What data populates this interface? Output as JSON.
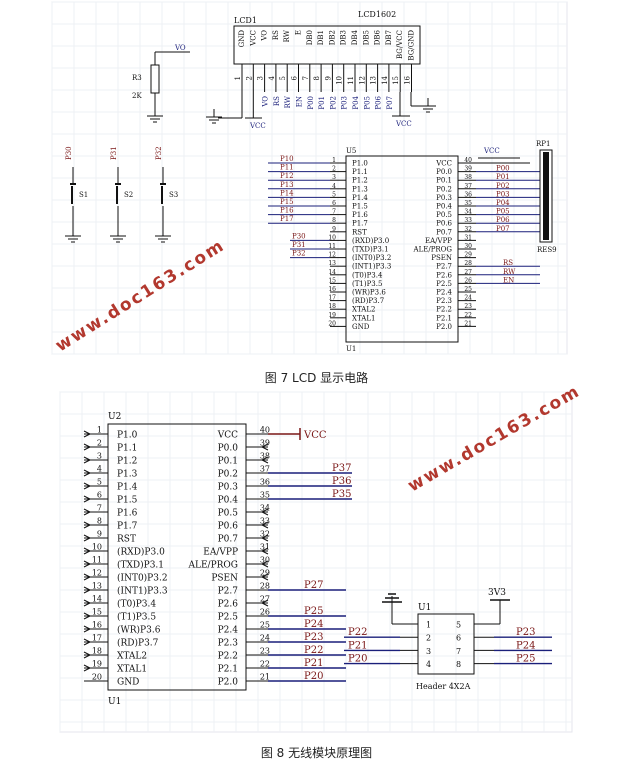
{
  "captions": {
    "fig7": "图 7 LCD 显示电路",
    "fig8": "图 8 无线模块原理图"
  },
  "watermark": "www.doc163.com",
  "colors": {
    "wire": "#1a1f7a",
    "label": "#7a1717",
    "ink": "#111111",
    "grid": "#eef0f4",
    "watermark": "#b2382e"
  },
  "fig7": {
    "lcd": {
      "ref": "LCD1",
      "part": "LCD1602",
      "pins": [
        "GND",
        "VCC",
        "VO",
        "RS",
        "RW",
        "E",
        "DB0",
        "DB1",
        "DB2",
        "DB3",
        "DB4",
        "DB5",
        "DB6",
        "DB7",
        "BG/VCC",
        "BG/GND"
      ],
      "nets": [
        "",
        "",
        "VO",
        "RS",
        "RW",
        "EN",
        "P00",
        "P01",
        "P02",
        "P03",
        "P04",
        "P05",
        "P06",
        "P07",
        "",
        ""
      ]
    },
    "resistor": {
      "ref": "R3",
      "value": "2K",
      "net": "VO"
    },
    "vcc_labels": [
      "VCC",
      "VCC",
      "VCC"
    ],
    "switches": [
      {
        "ref": "S1",
        "net": "P30"
      },
      {
        "ref": "S2",
        "net": "P31"
      },
      {
        "ref": "S3",
        "net": "P32"
      }
    ],
    "mcu": {
      "ref_top": "U5",
      "ref_bottom": "U1",
      "left_pins": [
        "P1.0",
        "P1.1",
        "P1.2",
        "P1.3",
        "P1.4",
        "P1.5",
        "P1.6",
        "P1.7",
        "RST",
        "(RXD)P3.0",
        "(TXD)P3.1",
        "(INT0)P3.2",
        "(INT1)P3.3",
        "(T0)P3.4",
        "(T1)P3.5",
        "(WR)P3.6",
        "(RD)P3.7",
        "XTAL2",
        "XTAL1",
        "GND"
      ],
      "right_pins": [
        "VCC",
        "P0.0",
        "P0.1",
        "P0.2",
        "P0.3",
        "P0.4",
        "P0.5",
        "P0.6",
        "P0.7",
        "EA/VPP",
        "ALE/PROG",
        "PSEN",
        "P2.7",
        "P2.6",
        "P2.5",
        "P2.4",
        "P2.3",
        "P2.2",
        "P2.1",
        "P2.0"
      ],
      "left_nets": [
        "P10",
        "P11",
        "P12",
        "P13",
        "P14",
        "P15",
        "P16",
        "P17",
        "",
        "P30",
        "P31",
        "P32",
        "",
        "",
        "",
        "",
        "",
        "",
        "",
        ""
      ],
      "right_nets": [
        "",
        "P00",
        "P01",
        "P02",
        "P03",
        "P04",
        "P05",
        "P06",
        "P07",
        "",
        "",
        "",
        "RS",
        "RW",
        "EN",
        "",
        "",
        "",
        "",
        ""
      ],
      "vcc_label": "VCC"
    },
    "rpack": {
      "ref": "RP1",
      "value": "RES9"
    }
  },
  "fig8": {
    "mcu": {
      "ref_top": "U2",
      "ref_bottom": "U1",
      "vcc_label": "VCC",
      "left_pins": [
        "P1.0",
        "P1.1",
        "P1.2",
        "P1.3",
        "P1.4",
        "P1.5",
        "P1.6",
        "P1.7",
        "RST",
        "(RXD)P3.0",
        "(TXD)P3.1",
        "(INT0)P3.2",
        "(INT1)P3.3",
        "(T0)P3.4",
        "(T1)P3.5",
        "(WR)P3.6",
        "(RD)P3.7",
        "XTAL2",
        "XTAL1",
        "GND"
      ],
      "right_pins": [
        "VCC",
        "P0.0",
        "P0.1",
        "P0.2",
        "P0.3",
        "P0.4",
        "P0.5",
        "P0.6",
        "P0.7",
        "EA/VPP",
        "ALE/PROG",
        "PSEN",
        "P2.7",
        "P2.6",
        "P2.5",
        "P2.4",
        "P2.3",
        "P2.2",
        "P2.1",
        "P2.0"
      ],
      "right_nets": [
        "",
        "",
        "",
        "P37",
        "P36",
        "P35",
        "",
        "",
        "",
        "",
        "",
        "",
        "P27",
        "",
        "P25",
        "P24",
        "P23",
        "P22",
        "P21",
        "P20"
      ]
    },
    "header": {
      "ref": "U1",
      "part": "Header 4X2A",
      "power_label": "3V3",
      "left_pins": [
        "1",
        "2",
        "3",
        "4"
      ],
      "right_pins": [
        "5",
        "6",
        "7",
        "8"
      ],
      "left_nets": [
        "",
        "P22",
        "P21",
        "P20"
      ],
      "right_nets": [
        "",
        "P23",
        "P24",
        "P25"
      ]
    }
  }
}
